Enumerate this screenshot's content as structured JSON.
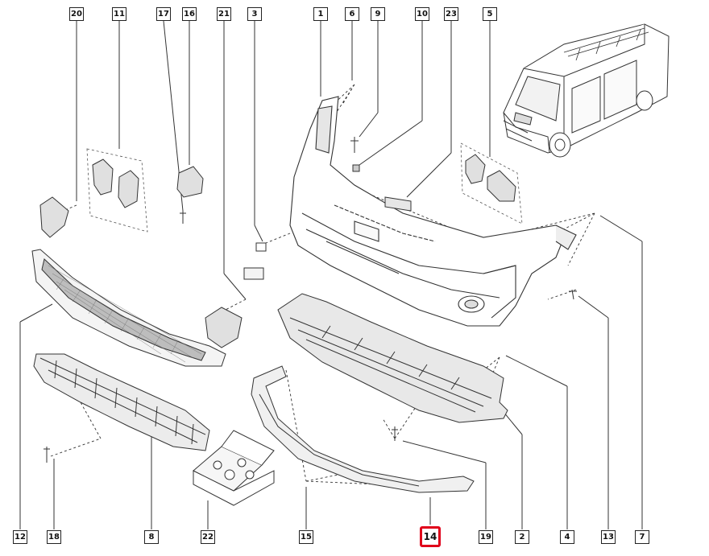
{
  "diagram": {
    "callouts_top": [
      "20",
      "11",
      "17",
      "16",
      "21",
      "3",
      "1",
      "6",
      "9",
      "10",
      "23",
      "5"
    ],
    "callouts_bottom": [
      "12",
      "18",
      "8",
      "22",
      "15",
      "14",
      "19",
      "2",
      "4",
      "13",
      "7"
    ],
    "highlighted": "14",
    "colors": {
      "line": "#333333",
      "highlight": "#e0001a",
      "part_fill": "#ffffff",
      "shade": "#d9d9d9"
    }
  }
}
